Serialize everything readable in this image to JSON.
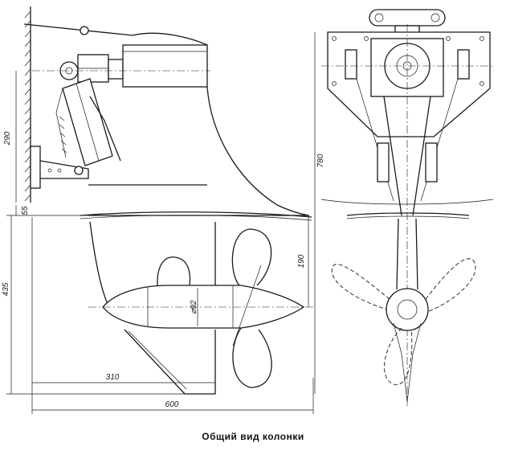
{
  "caption": "Общий вид колонки",
  "dimensions": {
    "d290": "290",
    "d55": "55",
    "d435": "435",
    "d780": "780",
    "d190": "190",
    "d310": "310",
    "d600": "600",
    "d92": "⌀92"
  }
}
